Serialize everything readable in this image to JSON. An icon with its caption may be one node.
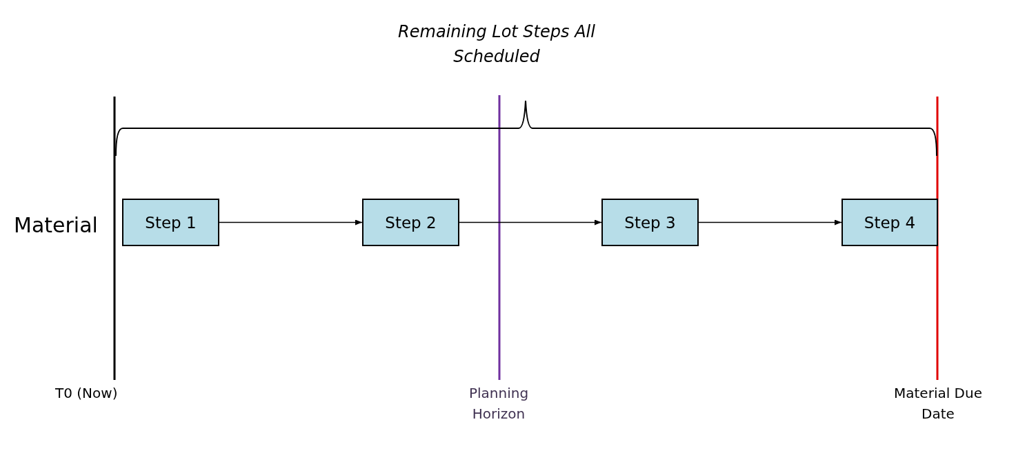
{
  "diagram": {
    "nodes": [
      {
        "text": [
          "Step 1"
        ]
      },
      {
        "text": [
          "Step 2"
        ]
      },
      {
        "text": [
          "Step 3"
        ]
      },
      {
        "text": [
          "Step 4"
        ]
      }
    ],
    "edges": [
      {
        "from": 0,
        "to": 1,
        "arrow": "to"
      },
      {
        "from": 1,
        "to": 2,
        "arrow": "to"
      },
      {
        "from": 2,
        "to": 3,
        "arrow": "to"
      }
    ],
    "labels": [
      "Remaining Lot Steps All Scheduled",
      "Material",
      "T0 (Now)",
      "Planning Horizon",
      "Material Due Date"
    ]
  }
}
